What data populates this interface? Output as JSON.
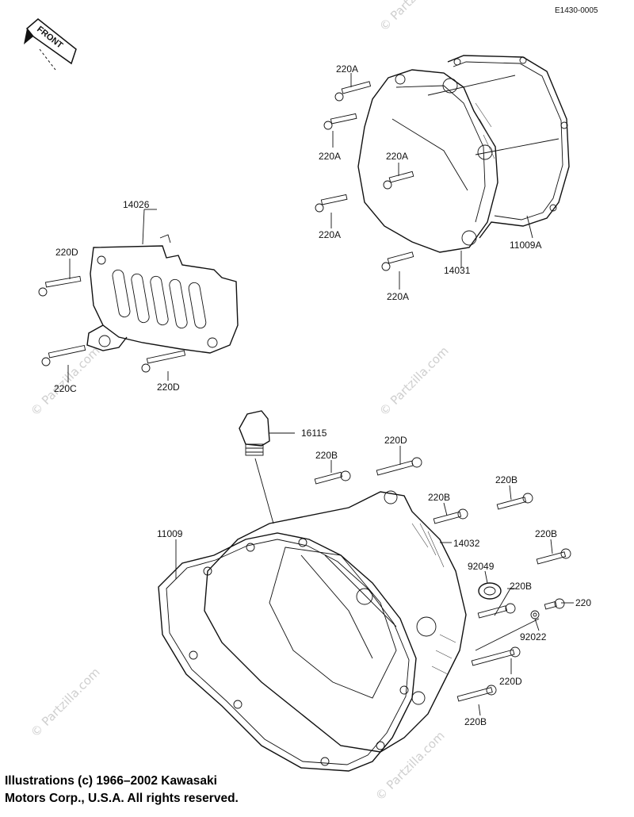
{
  "diagram_code": "E1430-0005",
  "front_label": "FRONT",
  "watermark_text": "© Partzilla.com",
  "copyright_line1": "Illustrations (c) 1966–2002 Kawasaki",
  "copyright_line2": "Motors Corp., U.S.A.  All rights reserved.",
  "labels": {
    "p14026": "14026",
    "p220D_a": "220D",
    "p220C": "220C",
    "p220D_b": "220D",
    "p220A_1": "220A",
    "p220A_2": "220A",
    "p220A_3": "220A",
    "p220A_4": "220A",
    "p220A_5": "220A",
    "p14031": "14031",
    "p11009A": "11009A",
    "p16115": "16115",
    "p220D_c": "220D",
    "p220B_1": "220B",
    "p220B_2": "220B",
    "p220B_3": "220B",
    "p220B_4": "220B",
    "p11009": "11009",
    "p14032": "14032",
    "p92049": "92049",
    "p220B_5": "220B",
    "p220": "220",
    "p92022": "92022",
    "p220D_d": "220D",
    "p220B_6": "220B"
  }
}
